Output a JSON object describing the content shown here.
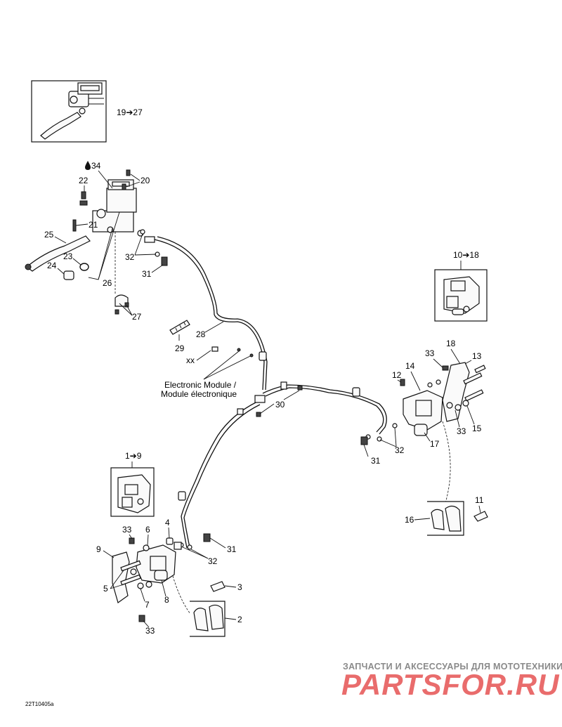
{
  "labels": {
    "inset_master_range": "19➔27",
    "p34": "34",
    "p20": "20",
    "p22": "22",
    "p21": "21",
    "p25": "25",
    "p23": "23",
    "p24": "24",
    "p26": "26",
    "p27": "27",
    "p32a": "32",
    "p31a": "31",
    "p28": "28",
    "p29": "29",
    "xx": "xx",
    "inset_rear_caliper_range": "10➔18",
    "p18": "18",
    "p33a": "33",
    "p13": "13",
    "p12": "12",
    "p14": "14",
    "p33b": "33",
    "p15": "15",
    "p17": "17",
    "p30": "30",
    "p32b": "32",
    "p31b": "31",
    "p11": "11",
    "p16": "16",
    "inset_front_caliper_range": "1➔9",
    "p33c": "33",
    "p6": "6",
    "p4": "4",
    "p9": "9",
    "p31c": "31",
    "p32c": "32",
    "p5": "5",
    "p7": "7",
    "p8": "8",
    "p3": "3",
    "p2": "2",
    "p33d": "33"
  },
  "module_label_line1": "Electronic Module /",
  "module_label_line2": "Module électronique",
  "drawing_code": "22T10405a",
  "watermark_top": "ЗАПЧАСТИ И АКСЕССУАРЫ ДЛЯ МОТОТЕХНИКИ",
  "watermark_logo": "PARTSFOR.RU",
  "icons": {
    "oil_drop": "oil-drop-icon"
  }
}
